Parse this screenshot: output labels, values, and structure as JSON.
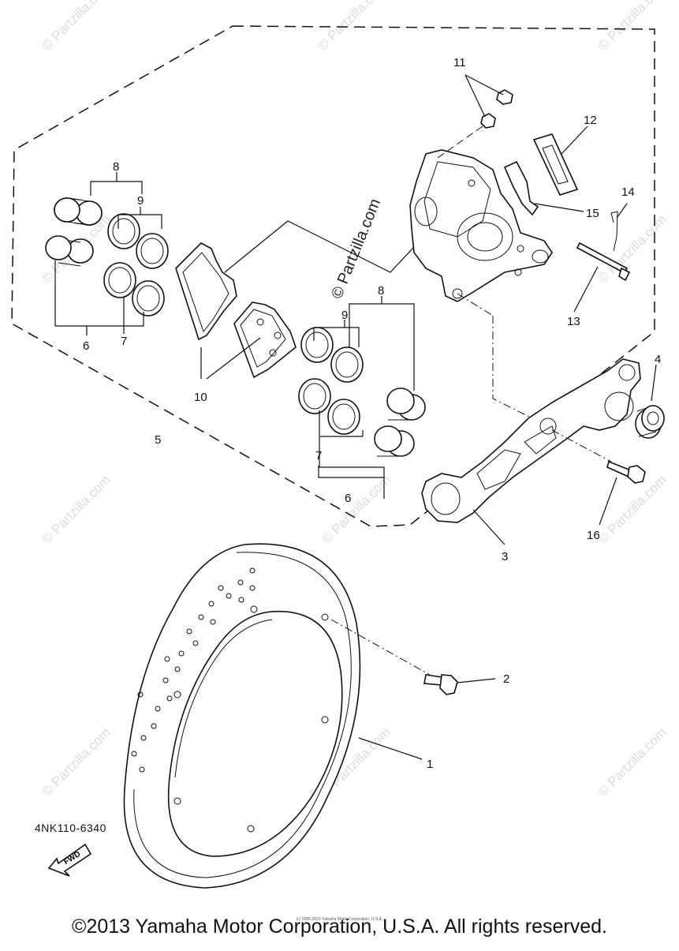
{
  "diagram": {
    "callouts": [
      "1",
      "2",
      "3",
      "4",
      "5",
      "6",
      "7",
      "8",
      "9",
      "10",
      "11",
      "12",
      "13",
      "14",
      "15",
      "16"
    ],
    "fwd_label": "FWD",
    "part_code": "4NK110-6340",
    "watermark": "© Partzilla.com",
    "center_watermark": "© Partzilla.com",
    "copyright": "©2013 Yamaha Motor Corporation, U.S.A. All rights reserved.",
    "small_copyright": "(c) 2005-2016 Yamaha Motor Corporation, U.S.A."
  }
}
